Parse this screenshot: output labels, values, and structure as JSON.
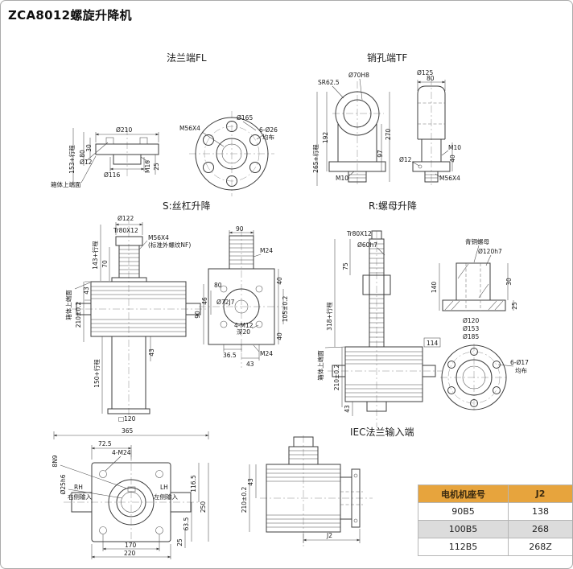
{
  "page": {
    "title": "ZCA8012螺旋升降机"
  },
  "sections": {
    "fl": "法兰端FL",
    "tf": "销孔端TF",
    "s": "S:丝杠升降",
    "r": "R:螺母升降",
    "iec": "IEC法兰输入端"
  },
  "fl": {
    "dia210": "Ø210",
    "dia12": "Ø12",
    "dia116": "Ø116",
    "m16": "M16",
    "d30": "30",
    "d80": "80",
    "d25": "25",
    "stroke": "153+行程",
    "box_top": "箱体上端面",
    "dia165": "Ø165",
    "m56x4": "M56X4",
    "holes": "6-Ø26",
    "evenly": "均布"
  },
  "tf": {
    "sr": "SR62.5",
    "dia70": "Ø70H8",
    "d270": "270",
    "d192": "192",
    "d97": "97",
    "stroke": "265+行程",
    "m10": "M10",
    "dia125": "Ø125",
    "d80": "80",
    "d40": "40",
    "m10b": "M10",
    "dia12": "Ø12",
    "m56x4": "M56X4"
  },
  "s": {
    "dia122": "Ø122",
    "tr": "Tr80X12",
    "m56x4": "M56X4",
    "thread_note": "(标准外螺纹NF)",
    "stroke_top": "143+行程",
    "d70": "70",
    "d43a": "43",
    "box_top": "箱体上端面",
    "d210": "210±0.2",
    "stroke_bottom": "150+行程",
    "d43b": "43",
    "sq120": "□120",
    "d365": "365",
    "d90top": "90",
    "m24top": "M24",
    "d80": "80",
    "d46": "46",
    "d90left": "90",
    "dia72": "Ø72J7",
    "holes": "4-M12",
    "depth": "深20",
    "d365b": "36.5",
    "d43c": "43",
    "d40a": "40",
    "d105": "105±0.2",
    "d40b": "40",
    "m24bot": "M24"
  },
  "r": {
    "tr": "Tr80X12",
    "dia60": "Ø60h7",
    "d75": "75",
    "stroke": "318+行程",
    "d114": "114",
    "box_top": "箱体上端面",
    "d210": "210±0.2",
    "d43": "43",
    "nut": "青铜螺母",
    "dia120h7": "Ø120h7",
    "d140": "140",
    "d30": "30",
    "d25": "25",
    "dia120": "Ø120",
    "dia153": "Ø153",
    "dia185": "Ø185",
    "holes": "6-Ø17",
    "evenly": "均布"
  },
  "inp": {
    "d725": "72.5",
    "holes": "4-M24",
    "key": "8N9",
    "dia25": "Ø25h6",
    "rh": "RH",
    "rh_label": "右侧输入",
    "lh": "LH",
    "lh_label": "左侧输入",
    "d1165": "116.5",
    "d250": "250",
    "d635": "63.5",
    "d25": "25",
    "d170": "170",
    "d220": "220",
    "d365": "365"
  },
  "iec": {
    "d43": "43",
    "d210": "210±0.2",
    "j2": "J2"
  },
  "table": {
    "headers": [
      "电机机座号",
      "J2"
    ],
    "rows": [
      {
        "frame": "90B5",
        "j2": "138"
      },
      {
        "frame": "100B5",
        "j2": "268"
      },
      {
        "frame": "112B5",
        "j2": "268Z"
      }
    ]
  },
  "colors": {
    "table_header_bg": "#e7a43d",
    "table_alt_row_bg": "#dcdcdc",
    "line": "#3c3c3c"
  }
}
